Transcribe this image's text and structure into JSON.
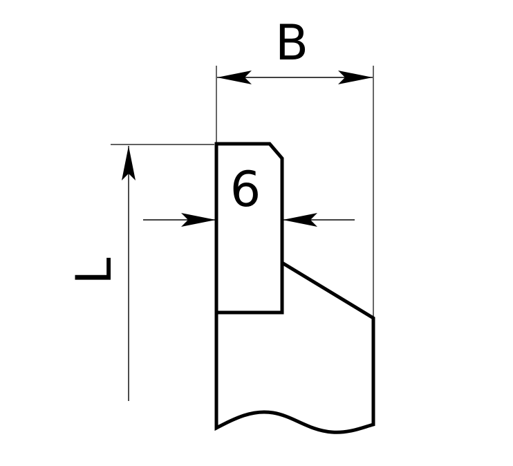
{
  "drawing": {
    "width_label": "B",
    "length_label": "L",
    "part_number": "6"
  },
  "colors": {
    "line": "#000000",
    "background": "#ffffff"
  }
}
